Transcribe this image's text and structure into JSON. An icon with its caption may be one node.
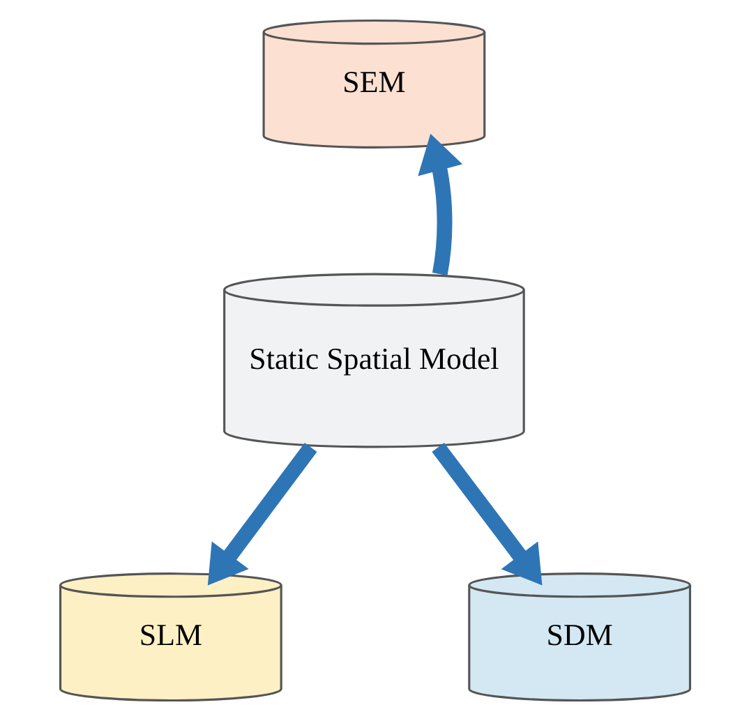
{
  "diagram": {
    "nodes": [
      {
        "text": [
          "SEM"
        ]
      },
      {
        "text": [
          "Static Spatial Model"
        ]
      },
      {
        "text": [
          "SLM"
        ]
      },
      {
        "text": [
          "SDM"
        ]
      }
    ],
    "edges": [
      {
        "from": 1,
        "to": 0,
        "arrow": "to"
      },
      {
        "from": 1,
        "to": 2,
        "arrow": "to"
      },
      {
        "from": 1,
        "to": 3,
        "arrow": "to"
      }
    ]
  }
}
